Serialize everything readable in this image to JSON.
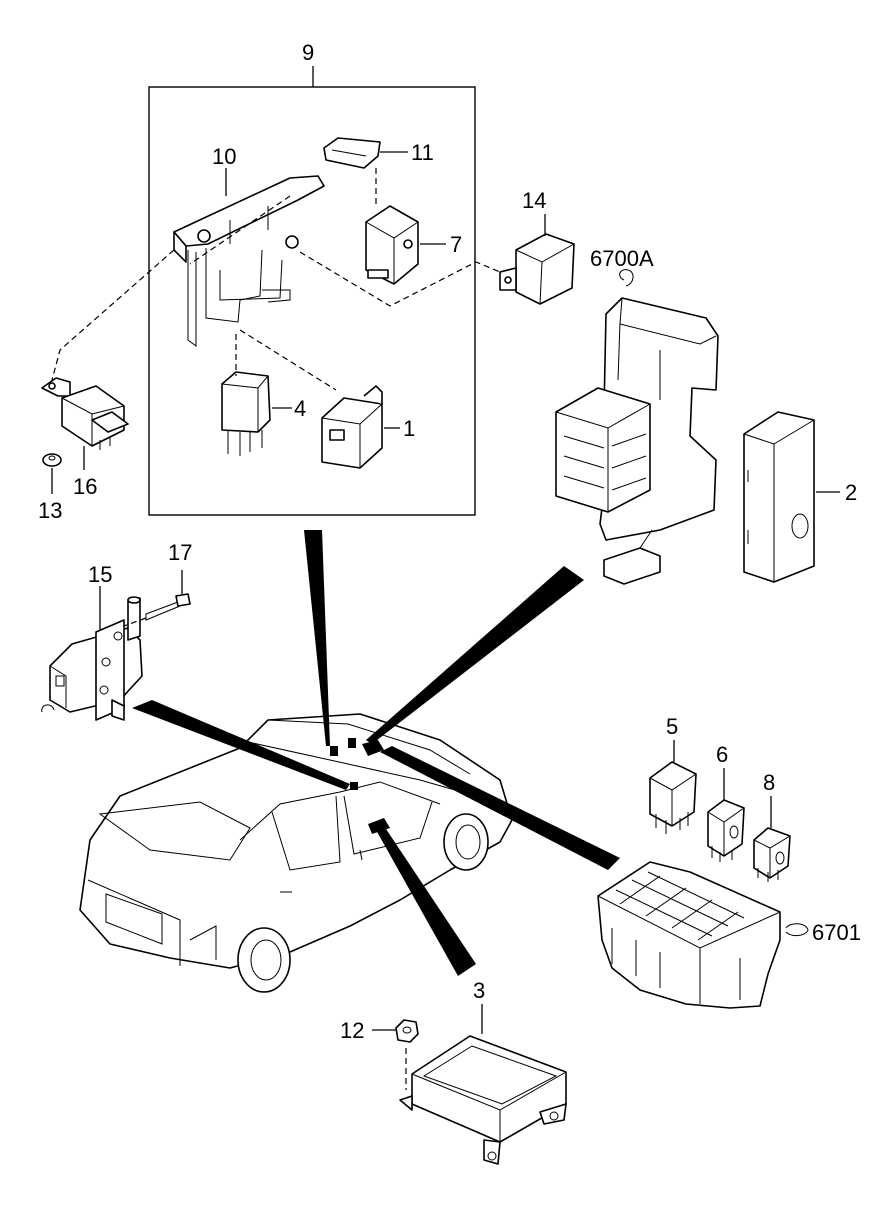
{
  "diagram": {
    "callouts": {
      "p1": "1",
      "p2": "2",
      "p3": "3",
      "p4": "4",
      "p5": "5",
      "p6": "6",
      "p7": "7",
      "p8": "8",
      "p9": "9",
      "p10": "10",
      "p11": "11",
      "p12": "12",
      "p13": "13",
      "p14": "14",
      "p15": "15",
      "p16": "16",
      "p17": "17",
      "p6700A": "6700A",
      "p6701": "6701"
    }
  }
}
